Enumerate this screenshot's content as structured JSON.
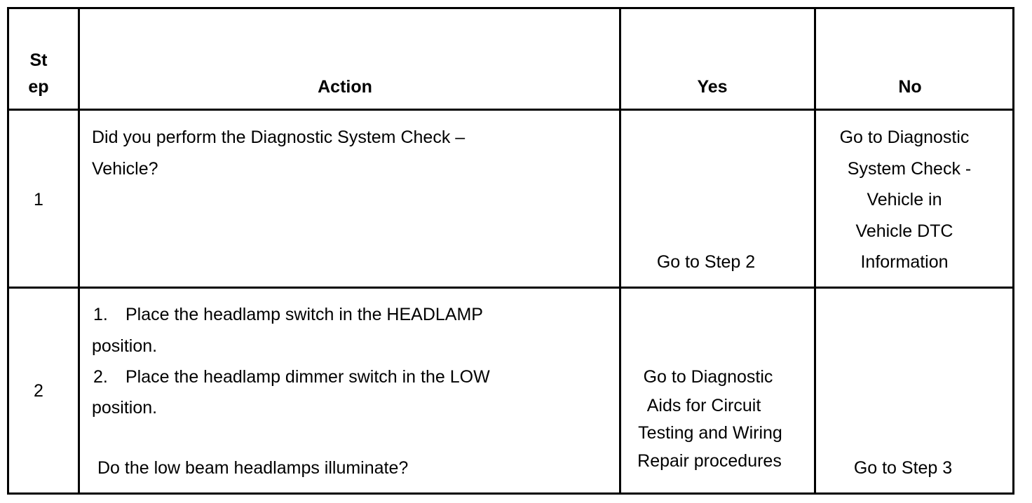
{
  "headers": {
    "step_line1": "St",
    "step_line2": "ep",
    "action": "Action",
    "yes": "Yes",
    "no": "No"
  },
  "rows": [
    {
      "step": "1",
      "action": {
        "text_line1": "Did you perform the Diagnostic System Check –",
        "text_line2": "Vehicle?"
      },
      "yes": "Go to Step 2",
      "no": {
        "line1": "Go to Diagnostic",
        "line2": "System Check -",
        "line3": "Vehicle in",
        "line4": "Vehicle DTC",
        "line5": "Information"
      }
    },
    {
      "step": "2",
      "action": {
        "item1_num": "1.",
        "item1_line1": "Place the headlamp switch in the HEADLAMP",
        "item1_line2": "position.",
        "item2_num": "2.",
        "item2_line1": "Place the headlamp dimmer switch in the LOW",
        "item2_line2": "position.",
        "question": "Do the low beam headlamps illuminate?"
      },
      "yes": {
        "line1": "Go to Diagnostic",
        "line2": "Aids for Circuit",
        "line3": "Testing and Wiring",
        "line4": "Repair procedures"
      },
      "no": "Go to Step 3"
    }
  ]
}
